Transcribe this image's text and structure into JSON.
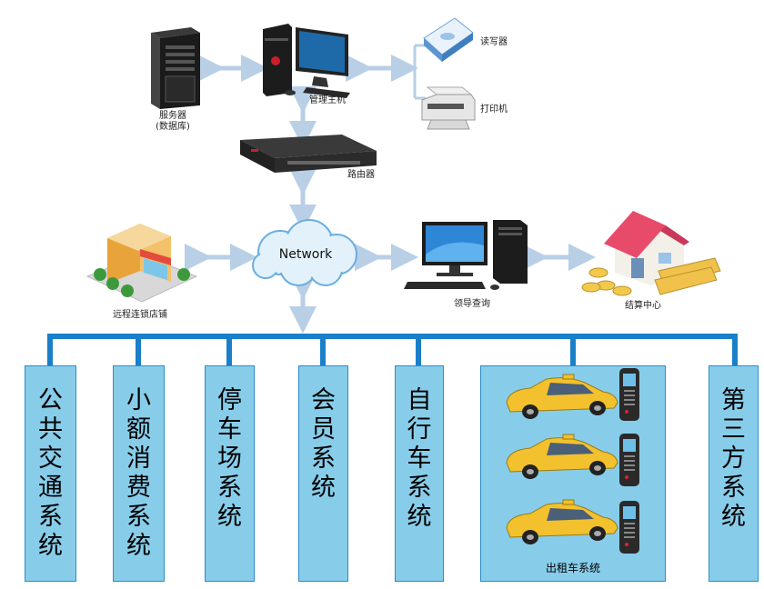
{
  "nodes": {
    "server": {
      "label": "服务器",
      "sublabel": "(数据库)"
    },
    "host": {
      "label": "管理主机"
    },
    "reader": {
      "label": "读写器"
    },
    "printer": {
      "label": "打印机"
    },
    "router": {
      "label": "路由器"
    },
    "network": {
      "label": "Network"
    },
    "store": {
      "label": "远程连锁店铺"
    },
    "leader": {
      "label": "领导查询"
    },
    "settlement": {
      "label": "结算中心"
    }
  },
  "systems": [
    {
      "label": "公共交通系统"
    },
    {
      "label": "小额消费系统"
    },
    {
      "label": "停车场系统"
    },
    {
      "label": "会员系统"
    },
    {
      "label": "自行车系统"
    },
    {
      "label": "出租车系统"
    },
    {
      "label": "第三方系统"
    }
  ],
  "colors": {
    "bus_line": "#1a7fc9",
    "column_fill": "#87cdea",
    "arrow": "#b8cfe6",
    "cloud": "#d9ecf8"
  }
}
